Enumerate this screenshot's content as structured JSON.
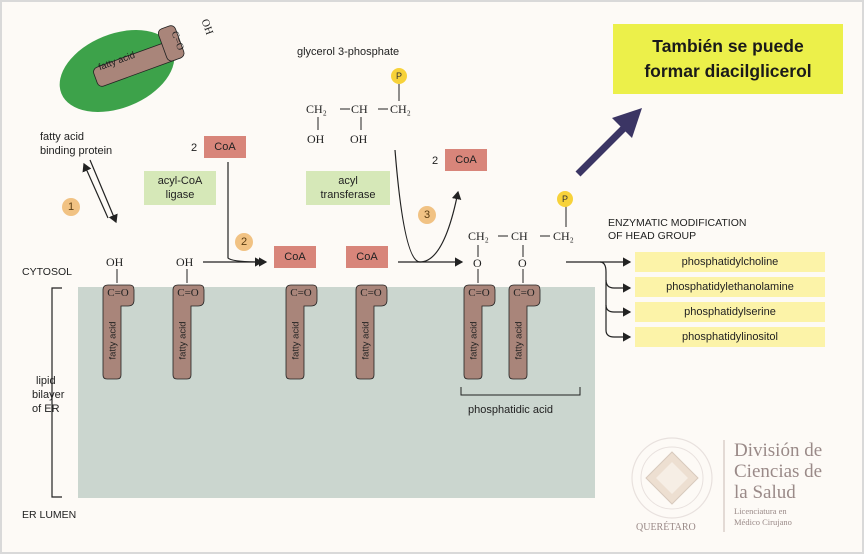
{
  "callout": {
    "line1": "También se puede",
    "line2": "formar diacilglicerol"
  },
  "labels": {
    "fatty_acid_binding_protein_1": "fatty acid",
    "fatty_acid_binding_protein_2": "binding protein",
    "glycerol_3_phosphate": "glycerol 3-phosphate",
    "cytosol": "CYTOSOL",
    "lipid_bilayer_1": "lipid",
    "lipid_bilayer_2": "bilayer",
    "lipid_bilayer_3": "of ER",
    "er_lumen": "ER LUMEN",
    "phosphatidic_acid": "phosphatidic acid",
    "head_group_1": "ENZYMATIC MODIFICATION",
    "head_group_2": "OF HEAD GROUP",
    "fatty_acid": "fatty acid"
  },
  "chem": {
    "oh": "OH",
    "co": "C=O",
    "o": "O",
    "p": "P",
    "ch2": "CH₂",
    "ch": "CH",
    "dash": "—",
    "two": "2"
  },
  "coa": "CoA",
  "enzymes": {
    "ligase_1": "acyl-CoA",
    "ligase_2": "ligase",
    "transferase_1": "acyl",
    "transferase_2": "transferase"
  },
  "steps": [
    "1",
    "2",
    "3"
  ],
  "products": [
    "phosphatidylcholine",
    "phosphatidylethanolamine",
    "phosphatidylserine",
    "phosphatidylinositol"
  ],
  "logo": {
    "division_1": "División de",
    "division_2": "Ciencias de",
    "division_3": "la Salud",
    "program_1": "Licenciatura en",
    "program_2": "Médico Cirujano",
    "city": "QUERÉTARO"
  },
  "colors": {
    "membrane": "#cbd6cf",
    "fatty_acid": "#a9857a",
    "coa": "#d8857a",
    "enzyme": "#d6e8b8",
    "binding_protein": "#3da24a",
    "callout": "#ecf04a",
    "arrow": "#3b3564",
    "phosphate": "#f7d23a"
  }
}
